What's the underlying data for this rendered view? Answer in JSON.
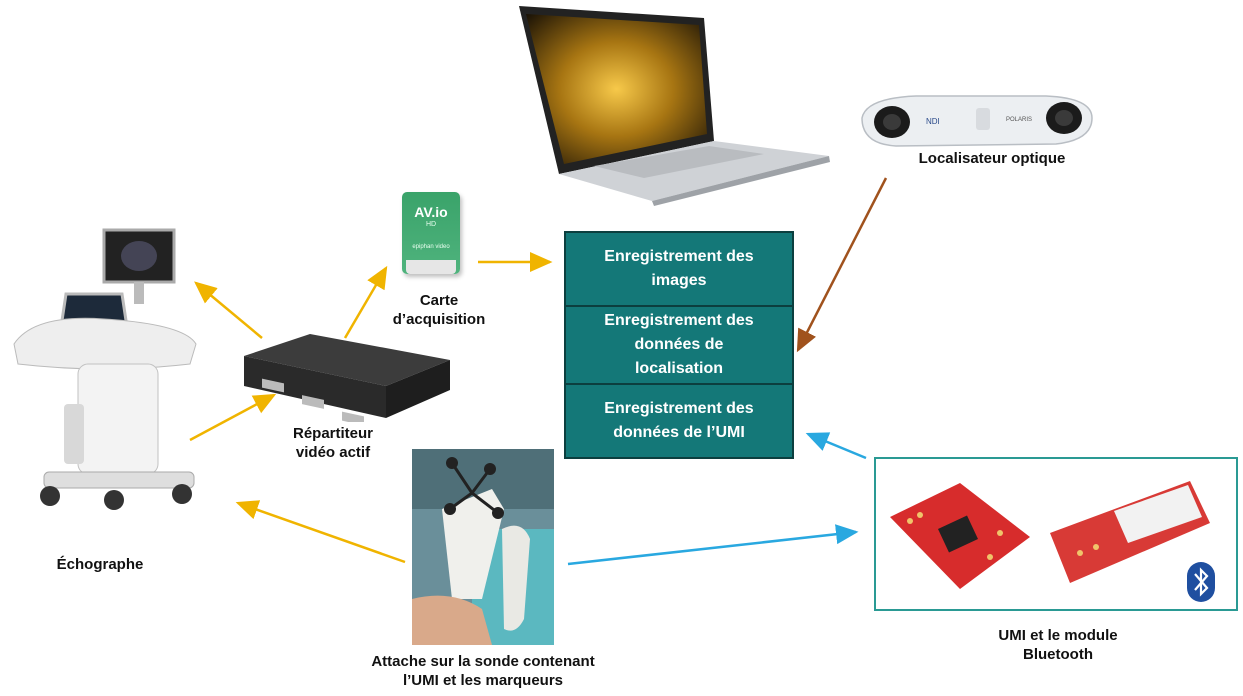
{
  "labels": {
    "echographe": "Échographe",
    "repartiteur_line1": "Répartiteur",
    "repartiteur_line2": "vidéo actif",
    "carte_line1": "Carte",
    "carte_line2": "d’acquisition",
    "localisateur": "Localisateur optique",
    "attache_line1": "Attache sur la sonde contenant",
    "attache_line2": "l’UMI et les marqueurs",
    "umi_line1": "UMI et le module",
    "umi_line2": "Bluetooth"
  },
  "boxes": {
    "images_line1": "Enregistrement des",
    "images_line2": "images",
    "loc_line1": "Enregistrement des",
    "loc_line2": "données de",
    "loc_line3": "localisation",
    "umi_line1": "Enregistrement des",
    "umi_line2": "données de l’UMI"
  },
  "device_text": {
    "card_logo": "AV.io",
    "card_sub": "HD",
    "card_brand": "epiphan video",
    "tracker_brand": "NDI",
    "tracker_model": "POLARIS"
  },
  "colors": {
    "teal": "#147878",
    "video_arrow": "#f0b400",
    "tracker_arrow": "#a0521d",
    "bluetooth_arrow": "#29a8e0",
    "umi_frame": "#2a9a94",
    "bluetooth_badge": "#1f4fa0"
  },
  "icons": [
    "bluetooth-icon",
    "ultrasound-machine-icon",
    "laptop-icon",
    "optical-tracker-icon",
    "capture-card-icon",
    "video-splitter-icon",
    "probe-attachment-icon",
    "imu-board-icon"
  ]
}
